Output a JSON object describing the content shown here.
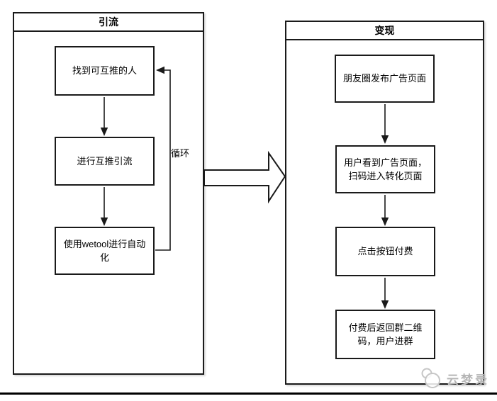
{
  "diagram": {
    "left_panel": {
      "title": "引流",
      "nodes": [
        "找到可互推的人",
        "进行互推引流",
        "使用wetool进行自动化"
      ],
      "loop_label": "循环"
    },
    "right_panel": {
      "title": "变现",
      "nodes": [
        "朋友圈发布广告页面",
        "用户看到广告页面，扫码进入转化页面",
        "点击按钮付费",
        "付费后返回群二维码，用户进群"
      ]
    },
    "watermark": {
      "text": "云梦录"
    },
    "colors": {
      "line": "#1a1a1a",
      "box_background": "#ffffff",
      "watermark_gray": "#b5b5b5",
      "bottom_rule": "#000000"
    }
  }
}
